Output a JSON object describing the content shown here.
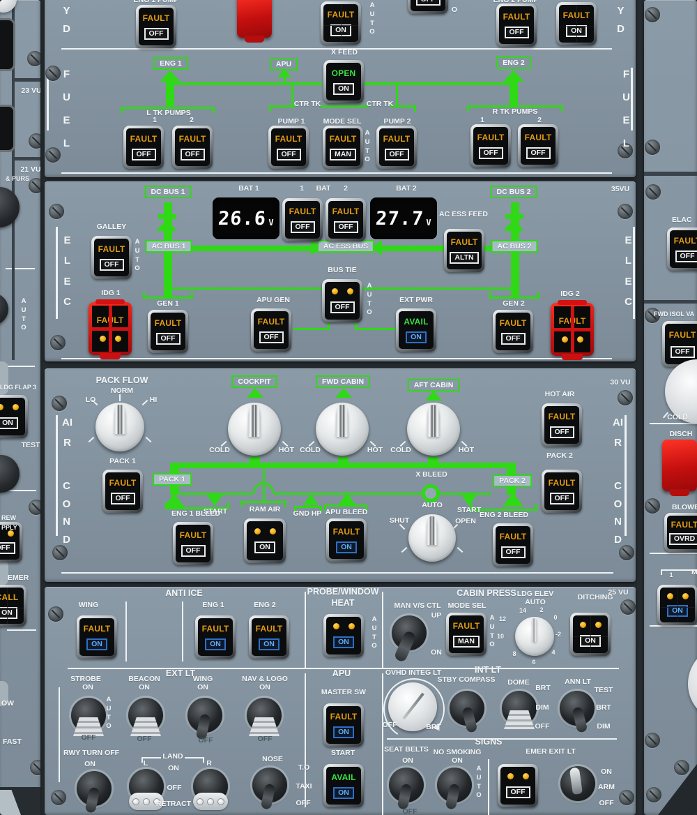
{
  "common": {
    "fault": "FAULT",
    "off": "OFF",
    "on": "ON",
    "auto": "AUTO",
    "avail": "AVAIL",
    "man": "MAN",
    "altn": "ALTN",
    "ovrd": "OVRD",
    "open": "OPEN",
    "start": "START",
    "cold": "COLD",
    "hot": "HOT",
    "test": "TEST",
    "brt": "BRT",
    "dim": "DIM",
    "one": "1",
    "two": "2"
  },
  "hyd": {
    "yd": "YD",
    "eng1_pump": "ENG 1 PUMP",
    "eng2_pump": "ENG 2 PUMP",
    "auto_frag": "O"
  },
  "fuel": {
    "title": "FUEL",
    "xfeed": "X FEED",
    "eng1": "ENG 1",
    "apu": "APU",
    "eng2": "ENG 2",
    "ltk": "L TK PUMPS",
    "rtk": "R TK PUMPS",
    "ctr": "CTR TK",
    "pump1": "PUMP 1",
    "pump2": "PUMP 2",
    "modesel": "MODE SEL"
  },
  "elec": {
    "title": "ELEC",
    "vu": "35VU",
    "dc1": "DC BUS 1",
    "dc2": "DC BUS 2",
    "bat": "BAT",
    "bat1": "BAT 1",
    "bat2": "BAT 2",
    "v1": "26.6",
    "v2": "27.7",
    "volt": "V",
    "galley": "GALLEY",
    "ac1": "AC BUS 1",
    "ac2": "AC BUS 2",
    "acess": "AC ESS BUS",
    "feed": "AC ESS FEED",
    "bustie": "BUS TIE",
    "idg1": "IDG 1",
    "idg2": "IDG 2",
    "gen1": "GEN 1",
    "gen2": "GEN 2",
    "apugen": "APU GEN",
    "extpwr": "EXT PWR"
  },
  "air": {
    "title1": "AIR",
    "title2": "COND",
    "vu": "30 VU",
    "packflow": "PACK FLOW",
    "norm": "NORM",
    "lo": "LO",
    "hi": "HI",
    "pack1": "PACK 1",
    "pack2": "PACK 2",
    "cockpit": "COCKPIT",
    "fwd": "FWD CABIN",
    "aft": "AFT CABIN",
    "hotair": "HOT AIR",
    "e1b": "ENG 1 BLEED",
    "e2b": "ENG 2 BLEED",
    "ram": "RAM AIR",
    "gnd": "GND HP",
    "apub": "APU BLEED",
    "xbleed": "X BLEED",
    "shut": "SHUT"
  },
  "bot": {
    "antiice": "ANTI ICE",
    "wing": "WING",
    "eng1": "ENG 1",
    "eng2": "ENG 2",
    "probe": "PROBE/WINDOW",
    "heat": "HEAT",
    "cabin": "CABIN PRESS",
    "manvs": "MAN V/S CTL",
    "up": "UP",
    "modesel": "MODE SEL",
    "ldgelev": "LDG ELEV",
    "ditch": "DITCHING",
    "vu": "25 VU",
    "extlt": "EXT LT",
    "strobe": "STROBE",
    "beacon": "BEACON",
    "nav": "NAV & LOGO",
    "rwy": "RWY TURN OFF",
    "land": "LAND",
    "l": "L",
    "r": "R",
    "retract": "RETRACT",
    "nose": "NOSE",
    "to": "T.O",
    "taxi": "TAXI",
    "apu": "APU",
    "master": "MASTER SW",
    "intlt": "INT LT",
    "ovhd": "OVHD INTEG LT",
    "stby": "STBY COMPASS",
    "dome": "DOME",
    "ann": "ANN LT",
    "signs": "SIGNS",
    "seat": "SEAT BELTS",
    "smoke": "NO SMOKING",
    "emer": "EMER EXIT LT",
    "arm": "ARM",
    "e14": "14",
    "e2": "2",
    "e0": "0",
    "em2": "-2",
    "e4": "4",
    "e6": "6",
    "e8": "8",
    "e10": "10",
    "e12": "12"
  },
  "left": {
    "vu23": "23 VU",
    "vu21": "21 VU",
    "purs": "& PURS",
    "flap": "LDG FLAP 3",
    "crew1": "REW",
    "crew2": "PPLY",
    "emer": "EMER",
    "call": "CALL",
    "low": "OW",
    "fast": "FAST"
  },
  "right": {
    "elac": "ELAC",
    "isol": "FWD ISOL VA",
    "disch": "DISCH",
    "blower": "BLOWER",
    "m": "M"
  }
}
